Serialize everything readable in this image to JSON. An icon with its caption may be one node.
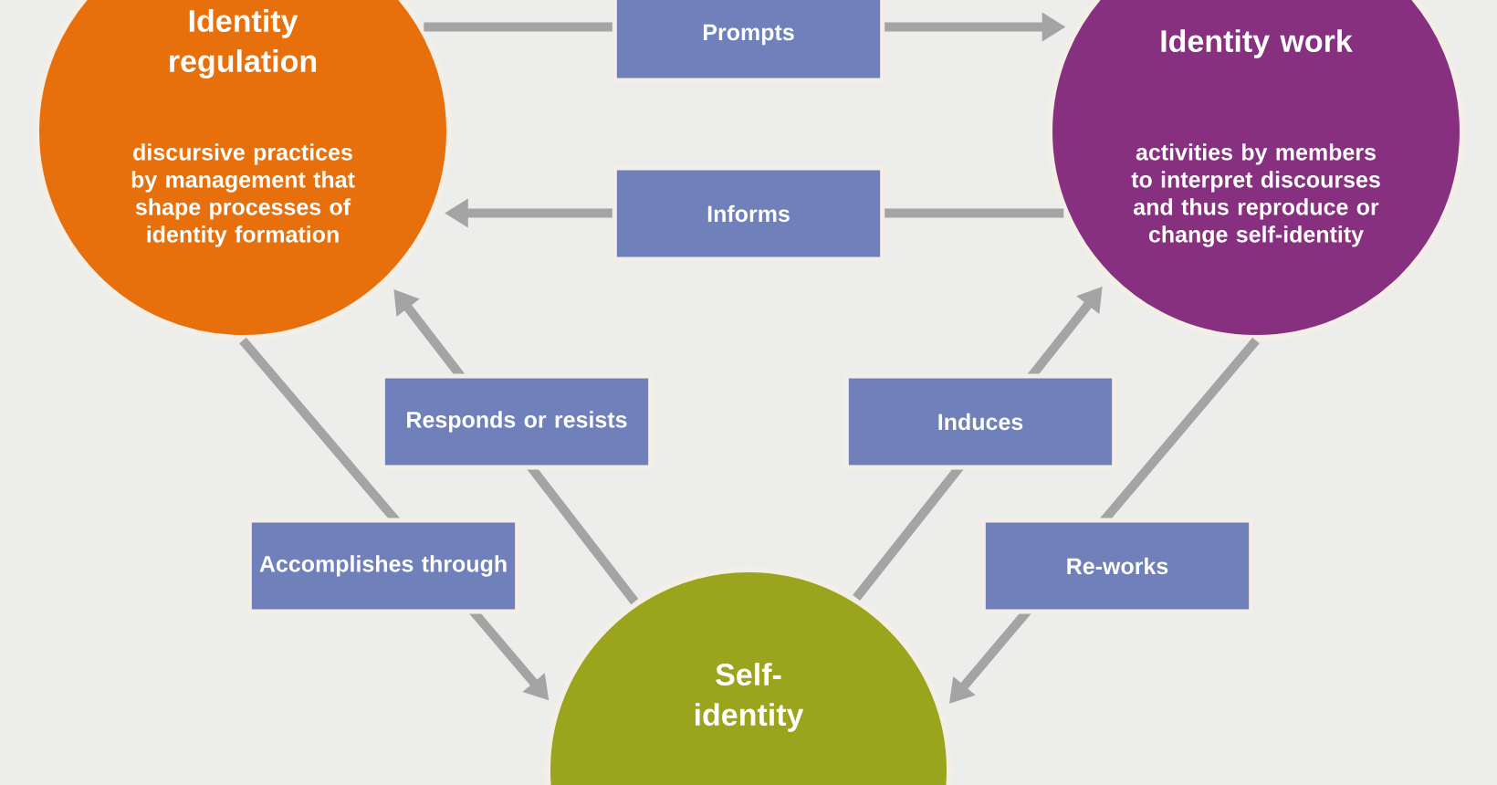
{
  "diagram": {
    "nodes": [
      {
        "text": [
          "Identity regulation",
          "discursive practices by management that shape processes of identity formation"
        ]
      },
      {
        "text": [
          "Identity work",
          "activities by members to interpret discourses and thus reproduce or change self-identity"
        ]
      },
      {
        "text": [
          "Self-identity"
        ]
      }
    ],
    "edges": [
      {
        "from": 0,
        "to": 1,
        "arrow": "to",
        "label": "Prompts"
      },
      {
        "from": 1,
        "to": 0,
        "arrow": "to",
        "label": "Informs"
      },
      {
        "from": 2,
        "to": 0,
        "arrow": "to",
        "label": "Responds or resists"
      },
      {
        "from": 0,
        "to": 2,
        "arrow": "to",
        "label": "Accomplishes through"
      },
      {
        "from": 2,
        "to": 1,
        "arrow": "to",
        "label": "Induces"
      },
      {
        "from": 1,
        "to": 2,
        "arrow": "to",
        "label": "Re-works"
      }
    ]
  }
}
